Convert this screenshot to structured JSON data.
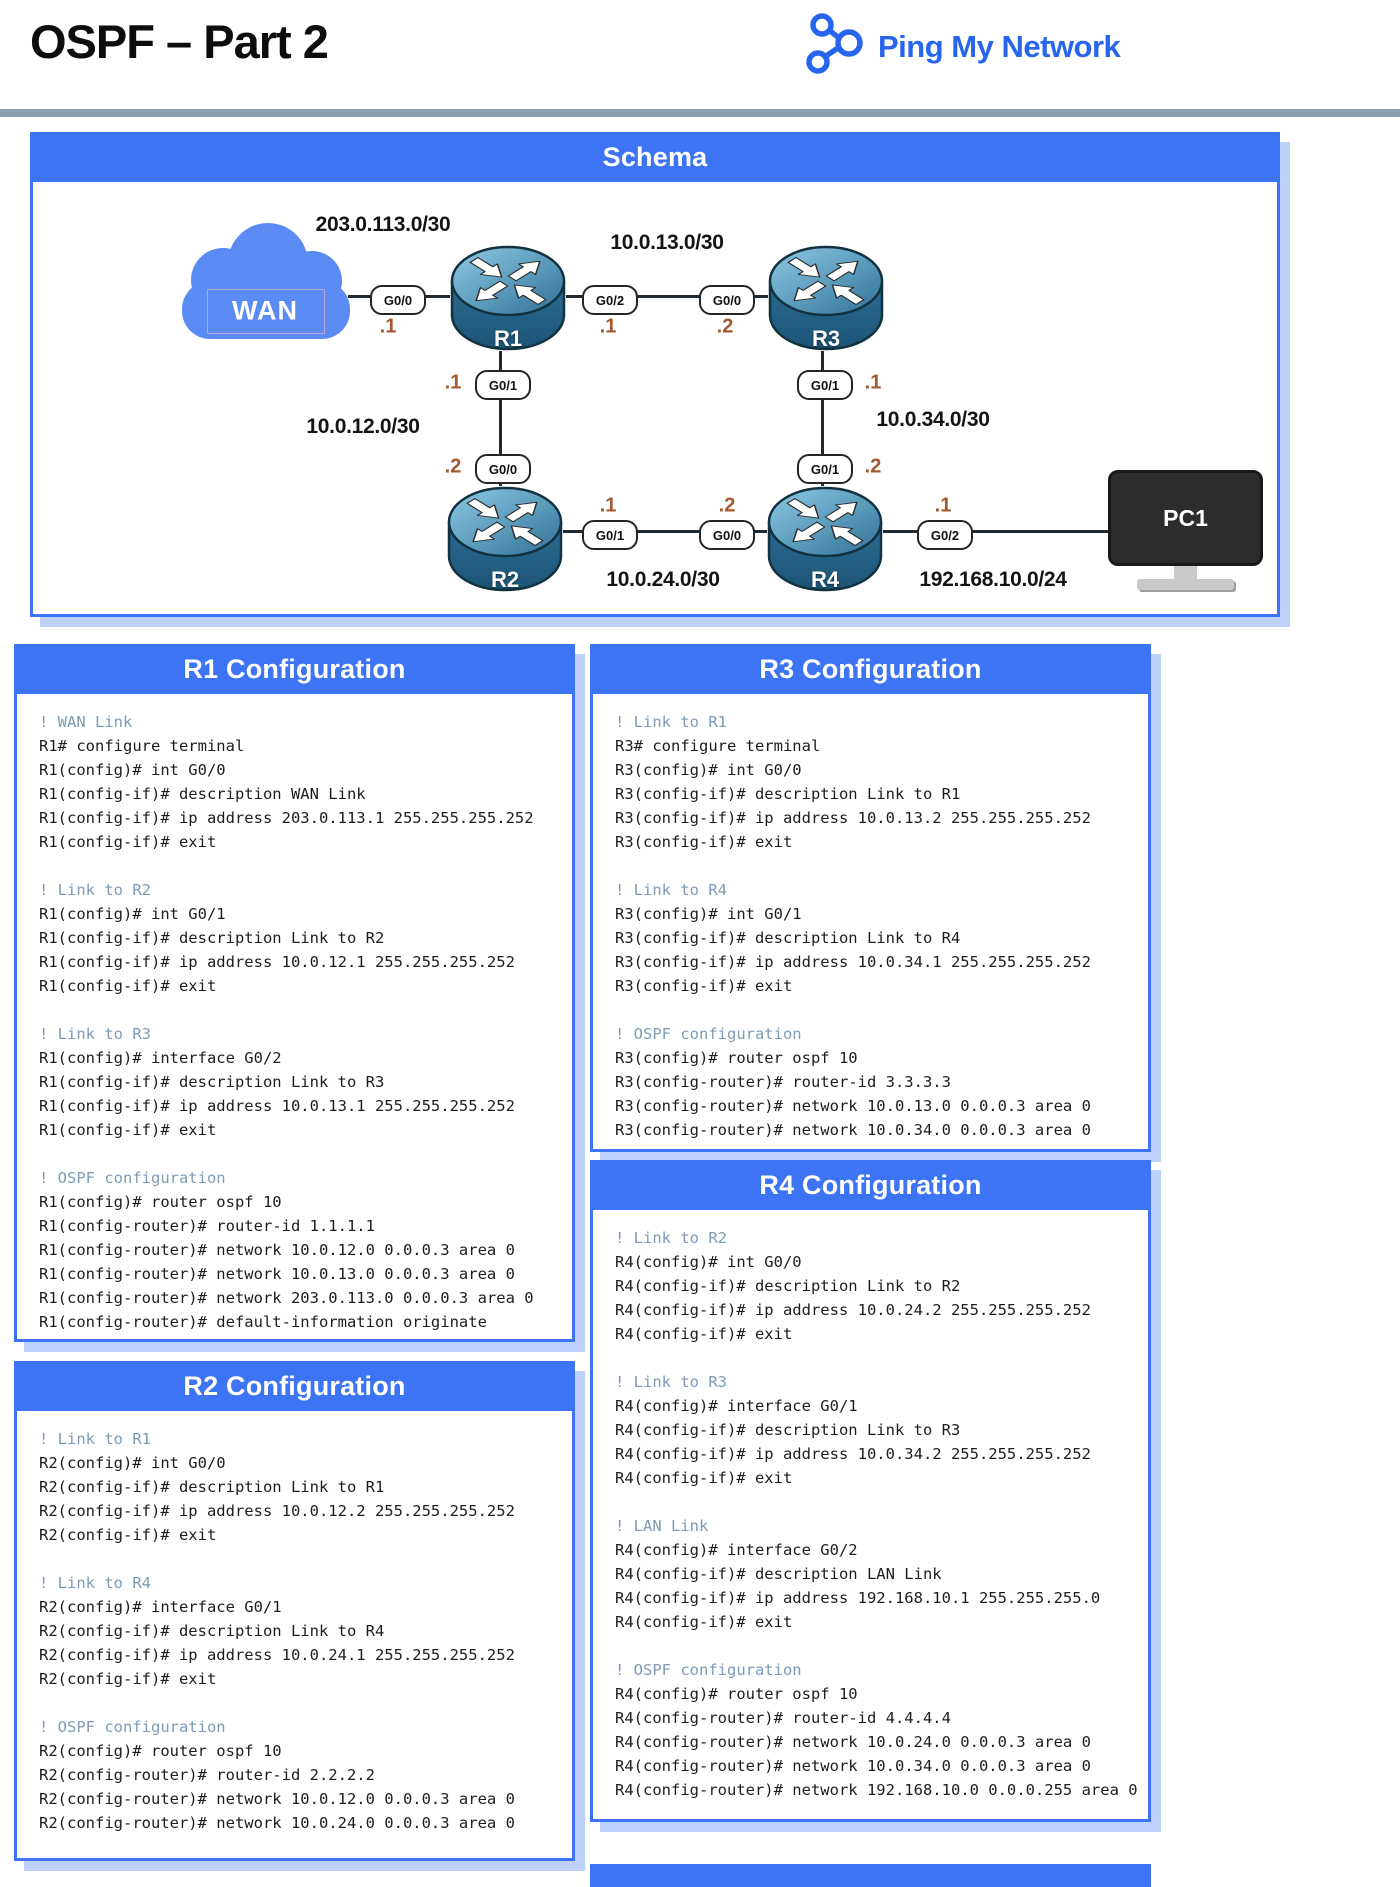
{
  "page": {
    "title": "OSPF – Part 2",
    "brand": "Ping My Network"
  },
  "schema": {
    "title": "Schema",
    "wan_label": "WAN",
    "pc_label": "PC1",
    "routers": {
      "r1": "R1",
      "r2": "R2",
      "r3": "R3",
      "r4": "R4"
    },
    "networks": {
      "wan": "203.0.113.0/30",
      "r1r3": "10.0.13.0/30",
      "r1r2": "10.0.12.0/30",
      "r3r4": "10.0.34.0/30",
      "r2r4": "10.0.24.0/30",
      "lan": "192.168.10.0/24"
    },
    "pills": [
      {
        "label": "G0/0",
        "ip": ".1"
      },
      {
        "label": "G0/2",
        "ip": ".1"
      },
      {
        "label": "G0/0",
        "ip": ".2"
      },
      {
        "label": "G0/1",
        "ip": ".1"
      },
      {
        "label": "G0/0",
        "ip": ".2"
      },
      {
        "label": "G0/1",
        "ip": ".1"
      },
      {
        "label": "G0/1",
        "ip": ".2"
      },
      {
        "label": "G0/1",
        "ip": ".1"
      },
      {
        "label": "G0/0",
        "ip": ".2"
      },
      {
        "label": "G0/2",
        "ip": ".1"
      }
    ]
  },
  "configs": [
    {
      "id": "r1",
      "title": "R1 Configuration",
      "lines": [
        "! WAN Link",
        "R1# configure terminal",
        "R1(config)# int G0/0",
        "R1(config-if)# description WAN Link",
        "R1(config-if)# ip address 203.0.113.1 255.255.255.252",
        "R1(config-if)# exit",
        "",
        "! Link to R2",
        "R1(config)# int G0/1",
        "R1(config-if)# description Link to R2",
        "R1(config-if)# ip address 10.0.12.1 255.255.255.252",
        "R1(config-if)# exit",
        "",
        "! Link to R3",
        "R1(config)# interface G0/2",
        "R1(config-if)# description Link to R3",
        "R1(config-if)# ip address 10.0.13.1 255.255.255.252",
        "R1(config-if)# exit",
        "",
        "! OSPF configuration",
        "R1(config)# router ospf 10",
        "R1(config-router)# router-id 1.1.1.1",
        "R1(config-router)# network 10.0.12.0 0.0.0.3 area 0",
        "R1(config-router)# network 10.0.13.0 0.0.0.3 area 0",
        "R1(config-router)# network 203.0.113.0 0.0.0.3 area 0",
        "R1(config-router)# default-information originate"
      ]
    },
    {
      "id": "r2",
      "title": "R2 Configuration",
      "lines": [
        "! Link to R1",
        "R2(config)# int G0/0",
        "R2(config-if)# description Link to R1",
        "R2(config-if)# ip address 10.0.12.2 255.255.255.252",
        "R2(config-if)# exit",
        "",
        "! Link to R4",
        "R2(config)# interface G0/1",
        "R2(config-if)# description Link to R4",
        "R2(config-if)# ip address 10.0.24.1 255.255.255.252",
        "R2(config-if)# exit",
        "",
        "! OSPF configuration",
        "R2(config)# router ospf 10",
        "R2(config-router)# router-id 2.2.2.2",
        "R2(config-router)# network 10.0.12.0 0.0.0.3 area 0",
        "R2(config-router)# network 10.0.24.0 0.0.0.3 area 0"
      ]
    },
    {
      "id": "r3",
      "title": "R3 Configuration",
      "lines": [
        "! Link to R1",
        "R3# configure terminal",
        "R3(config)# int G0/0",
        "R3(config-if)# description Link to R1",
        "R3(config-if)# ip address 10.0.13.2 255.255.255.252",
        "R3(config-if)# exit",
        "",
        "! Link to R4",
        "R3(config)# int G0/1",
        "R3(config-if)# description Link to R4",
        "R3(config-if)# ip address 10.0.34.1 255.255.255.252",
        "R3(config-if)# exit",
        "",
        "! OSPF configuration",
        "R3(config)# router ospf 10",
        "R3(config-router)# router-id 3.3.3.3",
        "R3(config-router)# network 10.0.13.0 0.0.0.3 area 0",
        "R3(config-router)# network 10.0.34.0 0.0.0.3 area 0"
      ]
    },
    {
      "id": "r4",
      "title": "R4 Configuration",
      "lines": [
        "! Link to R2",
        "R4(config)# int G0/0",
        "R4(config-if)# description Link to R2",
        "R4(config-if)# ip address 10.0.24.2 255.255.255.252",
        "R4(config-if)# exit",
        "",
        "! Link to R3",
        "R4(config)# interface G0/1",
        "R4(config-if)# description Link to R3",
        "R4(config-if)# ip address 10.0.34.2 255.255.255.252",
        "R4(config-if)# exit",
        "",
        "! LAN Link",
        "R4(config)# interface G0/2",
        "R4(config-if)# description LAN Link",
        "R4(config-if)# ip address 192.168.10.1 255.255.255.0",
        "R4(config-if)# exit",
        "",
        "! OSPF configuration",
        "R4(config)# router ospf 10",
        "R4(config-router)# router-id 4.4.4.4",
        "R4(config-router)# network 10.0.24.0 0.0.0.3 area 0",
        "R4(config-router)# network 10.0.34.0 0.0.0.3 area 0",
        "R4(config-router)# network 192.168.10.0 0.0.0.255 area 0"
      ]
    }
  ]
}
